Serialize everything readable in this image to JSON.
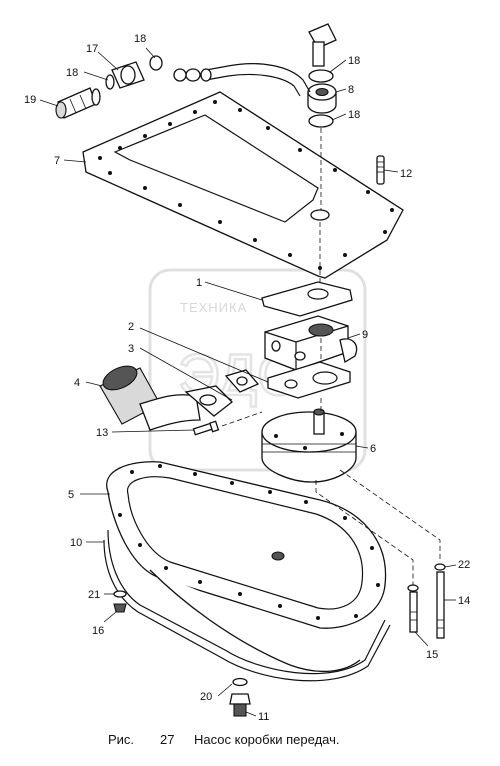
{
  "watermark": {
    "text": "ТЕХНИКА"
  },
  "callouts": [
    "1",
    "2",
    "3",
    "4",
    "5",
    "6",
    "7",
    "8",
    "9",
    "10",
    "11",
    "12",
    "13",
    "14",
    "15",
    "16",
    "17",
    "18",
    "18",
    "18",
    "18",
    "19",
    "20",
    "21",
    "22"
  ],
  "caption": {
    "prefix": "Рис.",
    "number": "27",
    "title": "Насос коробки передач."
  }
}
